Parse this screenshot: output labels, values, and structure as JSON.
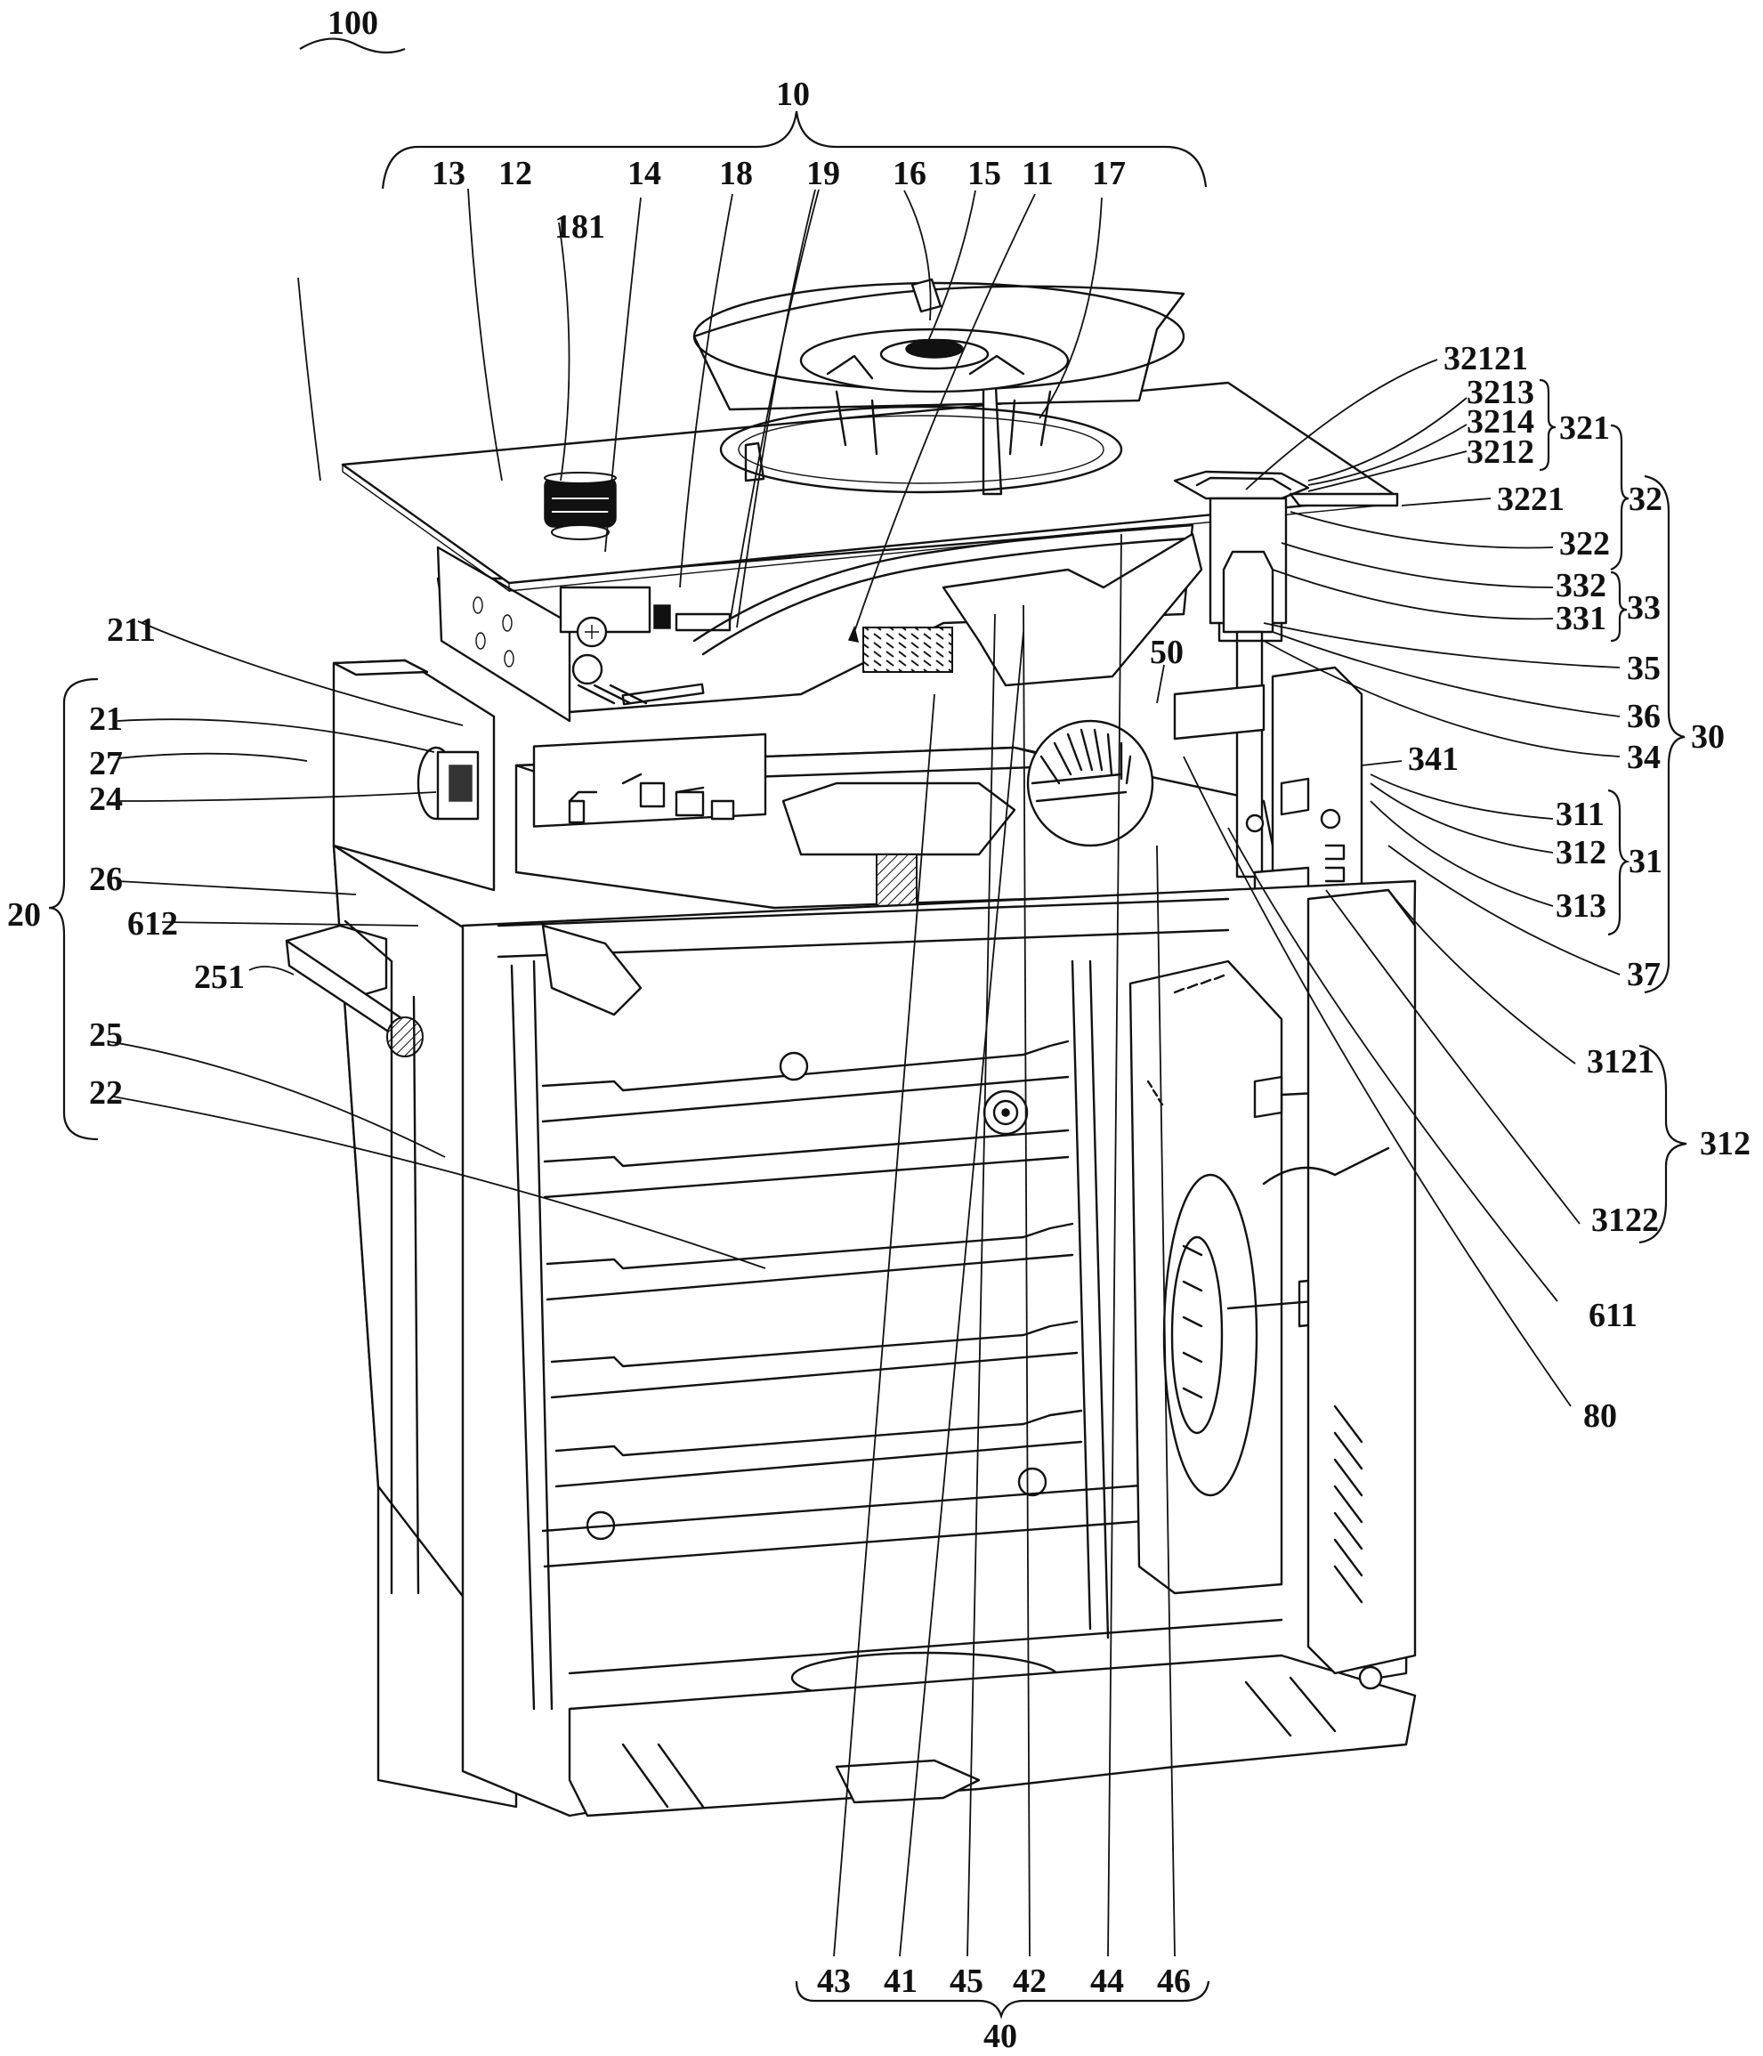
{
  "figure": {
    "assembly_label": "100",
    "description": "Exploded perspective view of integrated gas hob and oven appliance"
  },
  "groups": {
    "g10": {
      "label": "10",
      "members": [
        "13",
        "12",
        "14",
        "18",
        "19",
        "16",
        "15",
        "11",
        "17"
      ]
    },
    "g20": {
      "label": "20",
      "members": [
        "21",
        "27",
        "24",
        "26",
        "612",
        "251",
        "25",
        "22"
      ]
    },
    "g30": {
      "label": "30",
      "members": [
        "321",
        "32",
        "33",
        "35",
        "36",
        "34",
        "31",
        "37"
      ]
    },
    "g32": {
      "label": "32",
      "members": [
        "321",
        "322"
      ]
    },
    "g321": {
      "label": "321",
      "members": [
        "3213",
        "3214",
        "3212"
      ]
    },
    "g33": {
      "label": "33",
      "members": [
        "332",
        "331"
      ]
    },
    "g31": {
      "label": "31",
      "members": [
        "311",
        "312",
        "313"
      ]
    },
    "g312": {
      "label": "312",
      "members": [
        "3121",
        "3122"
      ]
    },
    "g40": {
      "label": "40",
      "members": [
        "43",
        "41",
        "45",
        "42",
        "44",
        "46"
      ]
    }
  },
  "labels": {
    "l100": "100",
    "l10": "10",
    "l13": "13",
    "l12": "12",
    "l181": "181",
    "l14": "14",
    "l18": "18",
    "l19": "19",
    "l16": "16",
    "l15": "15",
    "l11": "11",
    "l17": "17",
    "l32121": "32121",
    "l3213": "3213",
    "l3214": "3214",
    "l3212": "3212",
    "l321": "321",
    "l3221": "3221",
    "l32": "32",
    "l322": "322",
    "l332": "332",
    "l331": "331",
    "l33": "33",
    "l35": "35",
    "l36": "36",
    "l30": "30",
    "l34": "34",
    "l341": "341",
    "l50": "50",
    "l311": "311",
    "l312": "312",
    "l31": "31",
    "l313": "313",
    "l37": "37",
    "l3121": "3121",
    "l312b": "312",
    "l3122": "3122",
    "l611": "611",
    "l80": "80",
    "l211": "211",
    "l21": "21",
    "l27": "27",
    "l24": "24",
    "l26": "26",
    "l612": "612",
    "l20": "20",
    "l251": "251",
    "l25": "25",
    "l22": "22",
    "l43": "43",
    "l41": "41",
    "l45": "45",
    "l42": "42",
    "l44": "44",
    "l46": "46",
    "l40": "40"
  }
}
